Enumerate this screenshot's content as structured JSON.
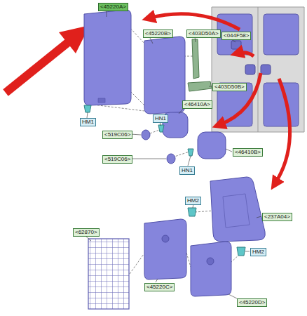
{
  "diagram": {
    "labels": [
      "<45220A>",
      "<45220B>",
      "<403D50A>",
      "<044F58>",
      "HM1",
      "<403D50B>",
      "HN1",
      "<46410A>",
      "<519C06>",
      "<519C06>",
      "HN1",
      "<46410B>",
      "<237A04>",
      "HM2",
      "<62870>",
      "HM2",
      "<45220C>",
      "<45220D>"
    ]
  }
}
